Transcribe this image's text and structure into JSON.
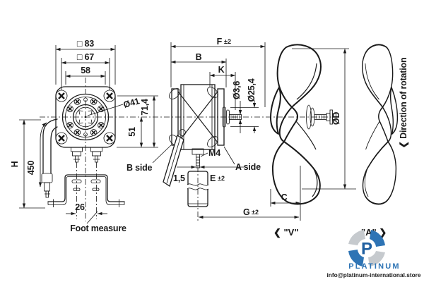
{
  "front_view": {
    "dim_outer_square": "□ 83",
    "dim_bolt_square": "□ 67",
    "dim_58": "58",
    "dim_hub_dia": "Ø41",
    "dim_71_4": "71,4",
    "dim_51": "51",
    "dim_H": "H",
    "dim_cable_450": "450",
    "dim_foot_26": "26",
    "foot_label": "Foot measure"
  },
  "side_view": {
    "dim_F": {
      "label": "F",
      "tol": "±2"
    },
    "dim_B": "B",
    "dim_K": "K",
    "dim_shaft_dia": "Ø3,6",
    "dim_boss_dia": "Ø25,4",
    "b_side": "B side",
    "a_side": "A side",
    "thread": "M4",
    "dim_1_5": "1,5",
    "dim_E": {
      "label": "E",
      "tol": "±2"
    },
    "dim_G": {
      "label": "G",
      "tol": "±2"
    }
  },
  "fan_views": {
    "dim_fan_dia": "ØD",
    "dim_blade_depth": "C",
    "v_type_label": "❮ \"V\"",
    "a_type_label": "\"A\" ❯",
    "rotation_label": "❮ Direction of rotation"
  },
  "branding": {
    "logo_letter": "P",
    "name": "PLATINUM",
    "email": "info@platinum-international.store",
    "blue": "#2e74b5",
    "dark_blue": "#1f5fa0",
    "gray": "#c6cace"
  },
  "colors": {
    "line": "#1a1a1a",
    "background": "#ffffff"
  }
}
